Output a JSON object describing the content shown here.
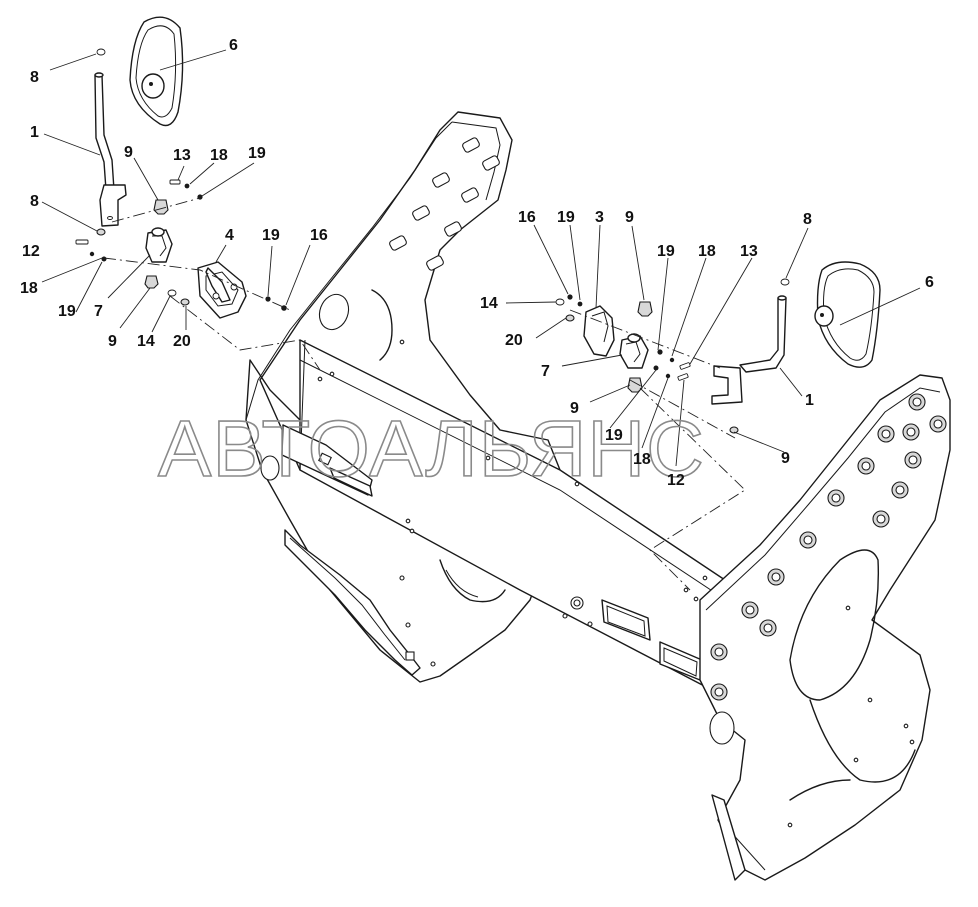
{
  "watermark": "АВТОАЛЬЯНС",
  "callouts": {
    "c_8_left": "8",
    "c_6_left": "6",
    "c_1_left": "1",
    "c_9_left_top": "9",
    "c_13_left": "13",
    "c_18_left_top": "18",
    "c_19_left_top": "19",
    "c_8_left_mid": "8",
    "c_4": "4",
    "c_19_left_mid": "19",
    "c_16_left": "16",
    "c_12_left": "12",
    "c_18_left_bottom": "18",
    "c_19_left_bottom": "19",
    "c_7_left": "7",
    "c_9_left_bottom": "9",
    "c_14_left": "14",
    "c_20_left": "20",
    "c_16_right": "16",
    "c_19_right_top": "19",
    "c_3": "3",
    "c_9_right_top": "9",
    "c_8_right": "8",
    "c_19_right_mid": "19",
    "c_18_right_top": "18",
    "c_13_right": "13",
    "c_6_right": "6",
    "c_14_right": "14",
    "c_20_right": "20",
    "c_7_right": "7",
    "c_1_right": "1",
    "c_9_right_mid": "9",
    "c_19_right_bottom": "19",
    "c_18_right_bottom": "18",
    "c_12_right": "12",
    "c_9_right_bottom": "9"
  }
}
